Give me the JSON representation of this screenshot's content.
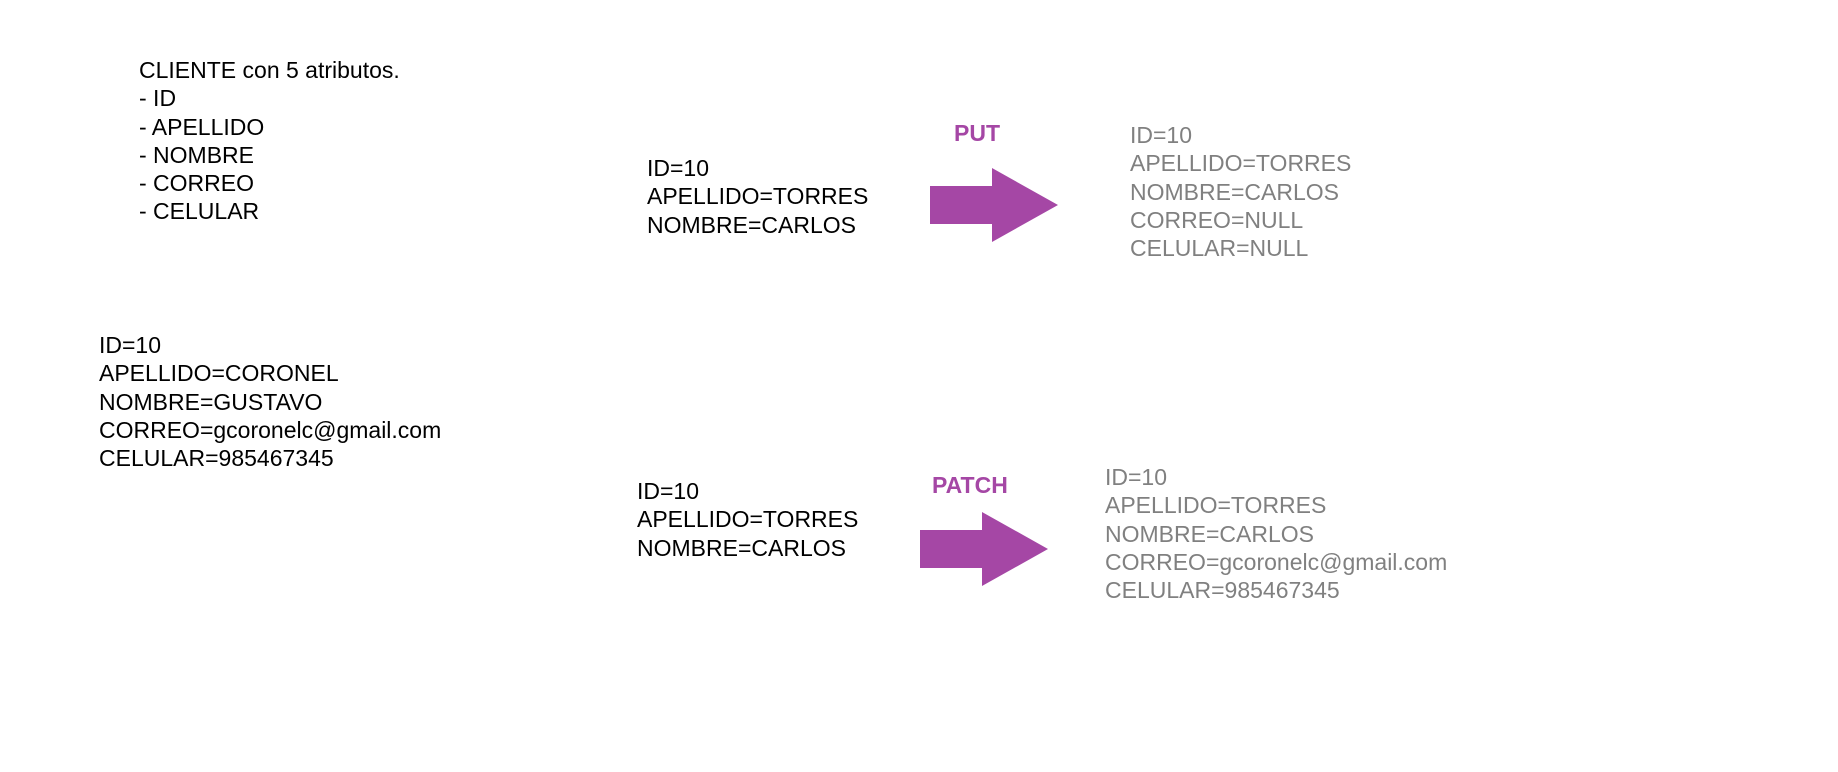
{
  "entity": {
    "title": "CLIENTE con 5 atributos.",
    "attributes": [
      "- ID",
      "- APELLIDO",
      "- NOMBRE",
      "- CORREO",
      "- CELULAR"
    ]
  },
  "original_record": [
    "ID=10",
    "APELLIDO=CORONEL",
    "NOMBRE=GUSTAVO",
    "CORREO=gcoronelc@gmail.com",
    "CELULAR=985467345"
  ],
  "put": {
    "label": "PUT",
    "request": [
      "ID=10",
      "APELLIDO=TORRES",
      "NOMBRE=CARLOS"
    ],
    "result": [
      "ID=10",
      "APELLIDO=TORRES",
      "NOMBRE=CARLOS",
      "CORREO=NULL",
      "CELULAR=NULL"
    ]
  },
  "patch": {
    "label": "PATCH",
    "request": [
      "ID=10",
      "APELLIDO=TORRES",
      "NOMBRE=CARLOS"
    ],
    "result": [
      "ID=10",
      "APELLIDO=TORRES",
      "NOMBRE=CARLOS",
      "CORREO=gcoronelc@gmail.com",
      "CELULAR=985467345"
    ]
  },
  "colors": {
    "accent": "#a547a5",
    "result_text": "#808080",
    "text": "#000000"
  }
}
